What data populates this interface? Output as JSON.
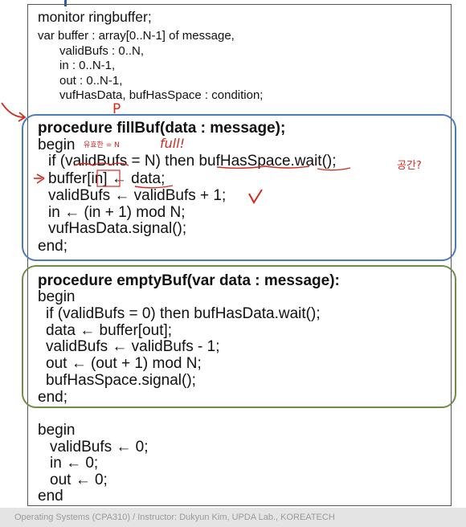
{
  "header_lines": [
    "monitor ringbuffer;",
    "var buffer : array[0..N-1] of message,",
    "validBufs : 0..N,",
    "in : 0..N-1,",
    "out : 0..N-1,",
    "vufHasData, bufHasSpace : condition;"
  ],
  "fill_proc": [
    "procedure fillBuf(data : message);",
    "begin",
    "if (validBufs = N) then bufHasSpace.wait();",
    "buffer[in] ← data;",
    "validBufs ← validBufs + 1;",
    "in ← (in + 1) mod N;",
    "vufHasData.signal();",
    "end;"
  ],
  "empty_proc": [
    "procedure emptyBuf(var data : message):",
    "begin",
    "if (validBufs = 0) then bufHasData.wait();",
    "data ← buffer[out];",
    "validBufs ← validBufs - 1;",
    "out ← (out + 1) mod N;",
    "bufHasSpace.signal();",
    "end;"
  ],
  "init_block": [
    "begin",
    "validBufs ← 0;",
    "in ← 0;",
    "out ← 0;",
    "end"
  ],
  "annotations": {
    "p_mark": "P",
    "full_note": "full!",
    "full_korean": "유효한 = N",
    "space_note": "공간?",
    "tilde_note": "=N ~"
  },
  "footer": "Operating Systems (CPA310) / Instructor: Dukyun Kim, UPDA Lab., KOREATECH",
  "colors": {
    "blue_frame": "#4a7bbf",
    "green_frame": "#6f8d45",
    "ink": "#d42a1e"
  }
}
